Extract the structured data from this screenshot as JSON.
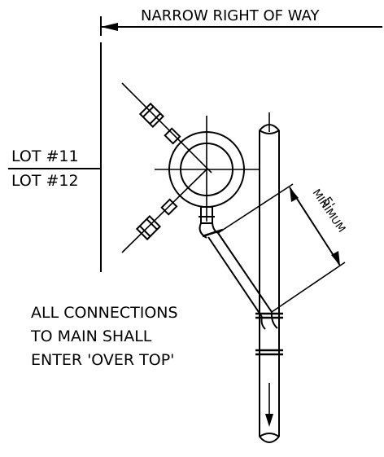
{
  "labels": {
    "right_of_way": "NARROW RIGHT OF WAY",
    "lot_upper": "LOT #11",
    "lot_lower": "LOT #12",
    "dimension_value": "5'",
    "dimension_word": "MINIMUM",
    "note_line1": "ALL CONNECTIONS",
    "note_line2": "TO MAIN SHALL",
    "note_line3": "ENTER 'OVER TOP'"
  }
}
